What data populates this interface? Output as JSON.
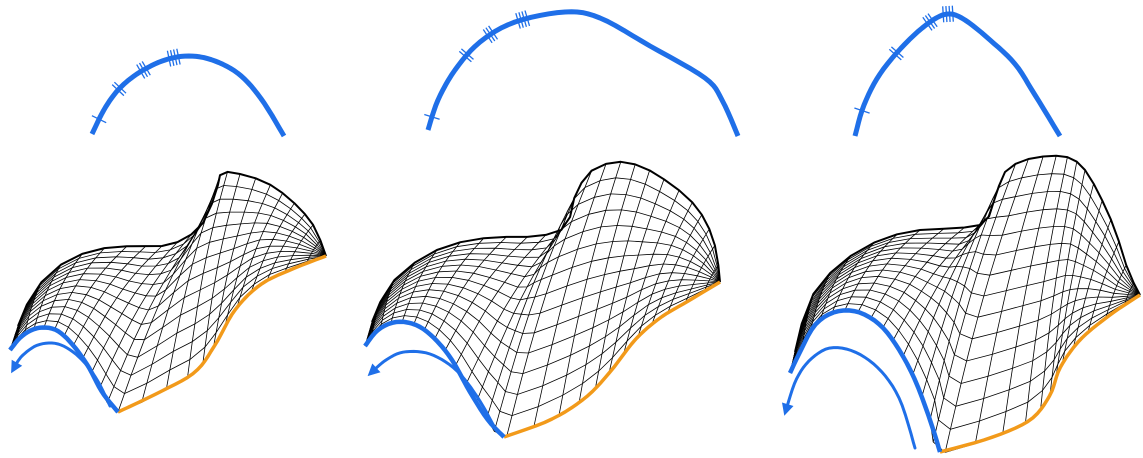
{
  "figure": {
    "colors": {
      "profile": "#1f6fe8",
      "boundary": "#f29a1a",
      "mesh": "#000000",
      "arrow": "#1f6fe8",
      "background": "#ffffff"
    },
    "panels": [
      {
        "name": "panel-1",
        "tick_groups": [
          1,
          2,
          3,
          4
        ]
      },
      {
        "name": "panel-2",
        "tick_groups": [
          1,
          2,
          3,
          4
        ]
      },
      {
        "name": "panel-3",
        "tick_groups": [
          1,
          2,
          3,
          4
        ]
      }
    ]
  }
}
